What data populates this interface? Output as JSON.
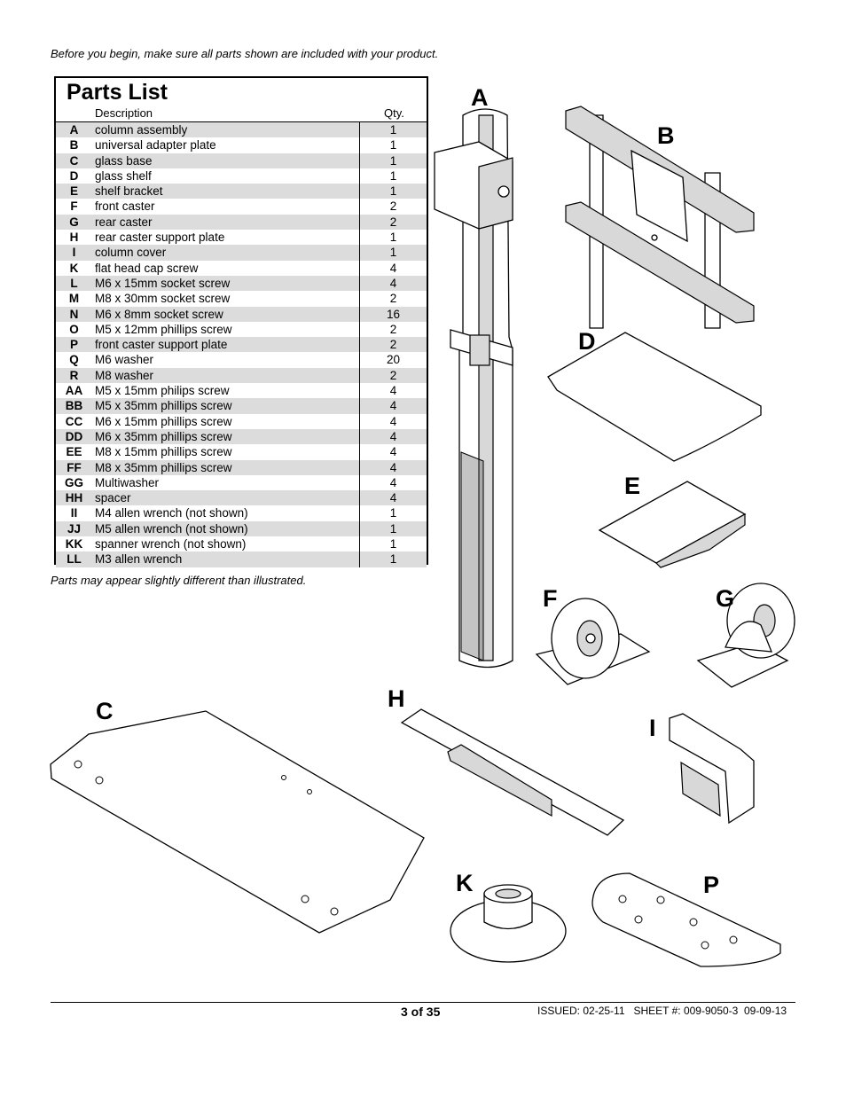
{
  "intro_text": "Before you begin, make sure all parts shown are included with your product.",
  "parts_list": {
    "title": "Parts List",
    "col_description": "Description",
    "col_qty": "Qty.",
    "rows": [
      {
        "letter": "A",
        "description": "column assembly",
        "qty": "1"
      },
      {
        "letter": "B",
        "description": "universal adapter plate",
        "qty": "1"
      },
      {
        "letter": "C",
        "description": "glass base",
        "qty": "1"
      },
      {
        "letter": "D",
        "description": "glass shelf",
        "qty": "1"
      },
      {
        "letter": "E",
        "description": "shelf bracket",
        "qty": "1"
      },
      {
        "letter": "F",
        "description": "front caster",
        "qty": "2"
      },
      {
        "letter": "G",
        "description": "rear caster",
        "qty": "2"
      },
      {
        "letter": "H",
        "description": "rear caster support plate",
        "qty": "1"
      },
      {
        "letter": "I",
        "description": "column cover",
        "qty": "1"
      },
      {
        "letter": "K",
        "description": "flat head cap screw",
        "qty": "4"
      },
      {
        "letter": "L",
        "description": "M6 x 15mm socket screw",
        "qty": "4"
      },
      {
        "letter": "M",
        "description": "M8 x 30mm socket screw",
        "qty": "2"
      },
      {
        "letter": "N",
        "description": "M6 x 8mm socket screw",
        "qty": "16"
      },
      {
        "letter": "O",
        "description": "M5 x 12mm phillips screw",
        "qty": "2"
      },
      {
        "letter": "P",
        "description": "front caster support plate",
        "qty": "2"
      },
      {
        "letter": "Q",
        "description": "M6 washer",
        "qty": "20"
      },
      {
        "letter": "R",
        "description": "M8 washer",
        "qty": "2"
      },
      {
        "letter": "AA",
        "description": "M5 x 15mm philips screw",
        "qty": "4"
      },
      {
        "letter": "BB",
        "description": "M5 x 35mm phillips screw",
        "qty": "4"
      },
      {
        "letter": "CC",
        "description": "M6 x 15mm phillips screw",
        "qty": "4"
      },
      {
        "letter": "DD",
        "description": "M6 x 35mm phillips screw",
        "qty": "4"
      },
      {
        "letter": "EE",
        "description": "M8 x 15mm phillips screw",
        "qty": "4"
      },
      {
        "letter": "FF",
        "description": "M8 x 35mm phillips screw",
        "qty": "4"
      },
      {
        "letter": "GG",
        "description": "Multiwasher",
        "qty": "4"
      },
      {
        "letter": "HH",
        "description": "spacer",
        "qty": "4"
      },
      {
        "letter": "II",
        "description": "M4 allen wrench (not shown)",
        "qty": "1"
      },
      {
        "letter": "JJ",
        "description": "M5 allen wrench (not shown)",
        "qty": "1"
      },
      {
        "letter": "KK",
        "description": "spanner wrench (not shown)",
        "qty": "1"
      },
      {
        "letter": "LL",
        "description": "M3 allen wrench",
        "qty": "1"
      }
    ]
  },
  "note_text": "Parts may appear slightly different than illustrated.",
  "figure_labels": {
    "A": "A",
    "B": "B",
    "C": "C",
    "D": "D",
    "E": "E",
    "F": "F",
    "G": "G",
    "H": "H",
    "I": "I",
    "K": "K",
    "P": "P"
  },
  "footer": {
    "page": "3 of 35",
    "issued": "ISSUED: 02-25-11   SHEET #: 009-9050-3  09-09-13"
  }
}
